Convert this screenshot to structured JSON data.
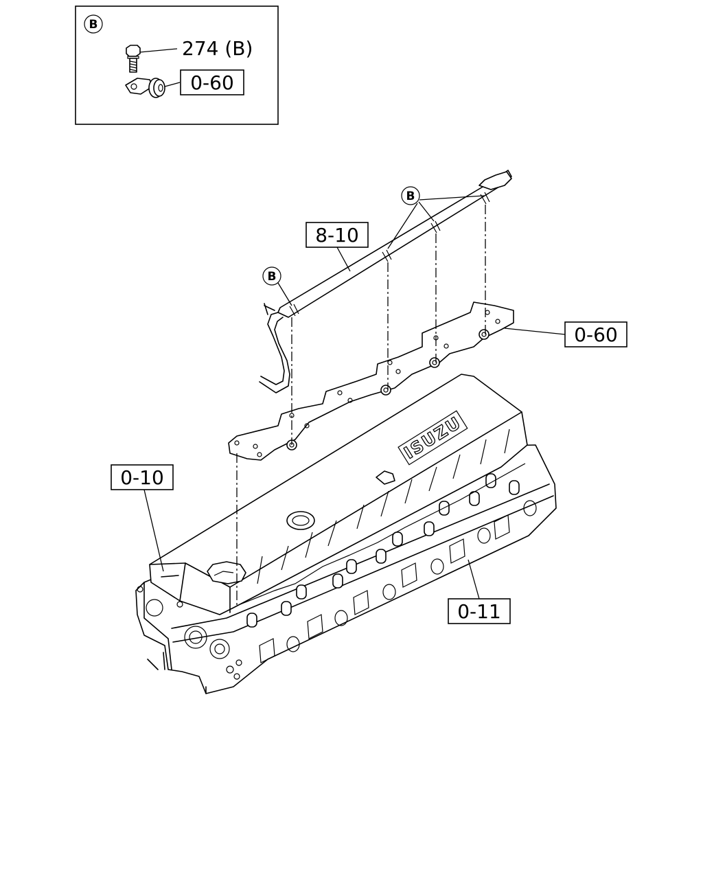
{
  "detail_view": {
    "marker": "B",
    "bolt_label": "274 (B)",
    "clamp_label": "0-60"
  },
  "callouts": {
    "harness_label": "8-10",
    "cover_gasket_label": "0-60",
    "head_cover_label": "0-10",
    "cylinder_head_label": "0-11",
    "clip_marker_top": "B",
    "clip_marker_left": "B"
  },
  "logo_text": "ISUZU"
}
